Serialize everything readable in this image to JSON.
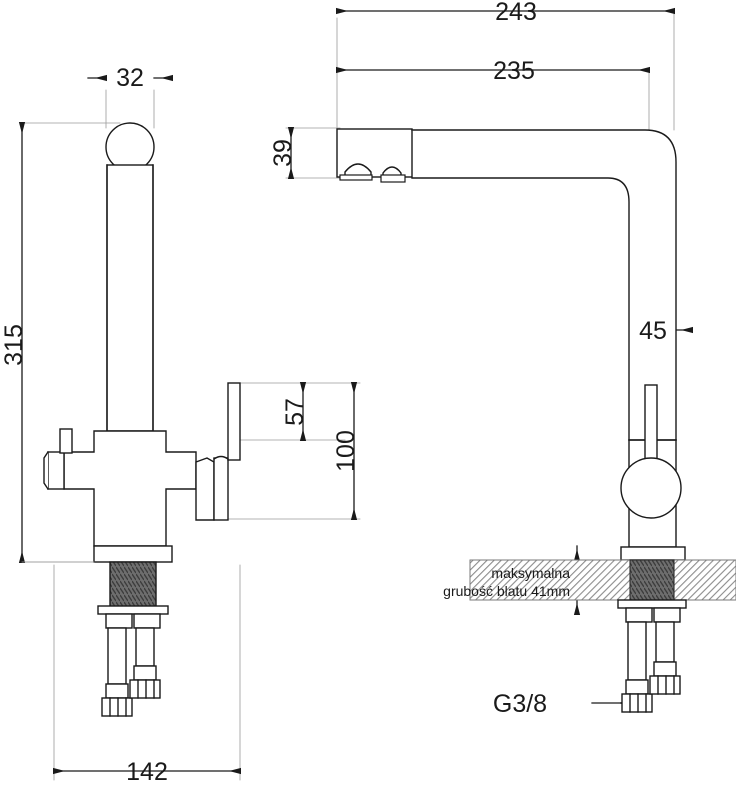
{
  "drawing": {
    "title": "Kitchen faucet technical dimension drawing",
    "units": "mm",
    "line_color": "#1a1a1a",
    "thin_line_color": "#8a8a8a",
    "hatch_color": "#808080",
    "thread_color": "#5a5a5a",
    "background": "#ffffff"
  },
  "dimensions": {
    "d_32": "32",
    "d_315": "315",
    "d_243": "243",
    "d_235": "235",
    "d_39": "39",
    "d_45": "45",
    "d_57": "57",
    "d_100": "100",
    "d_142": "142"
  },
  "annotations": {
    "worktop_note_line1": "maksymalna",
    "worktop_note_line2": "grubość blatu 41mm",
    "thread_label": "G3/8"
  },
  "views": {
    "left": {
      "name": "front-view",
      "label": ""
    },
    "right": {
      "name": "side-view",
      "label": ""
    }
  }
}
